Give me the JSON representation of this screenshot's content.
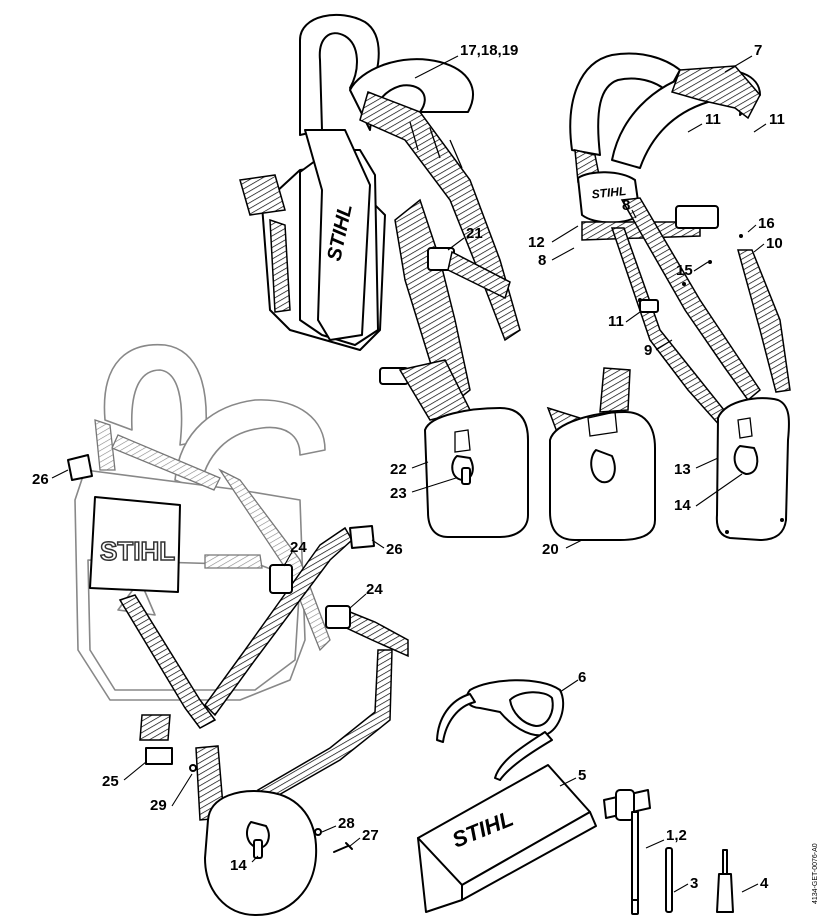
{
  "figure": {
    "doc_id": "4134-GET-0076-A0",
    "brand_marks": [
      "STIHL",
      "STIHL",
      "STIHL",
      "STIHL"
    ]
  },
  "callouts": [
    {
      "id": "c-17-18-19",
      "label": "17,18,19"
    },
    {
      "id": "c-7",
      "label": "7"
    },
    {
      "id": "c-11a",
      "label": "11"
    },
    {
      "id": "c-11b",
      "label": "11"
    },
    {
      "id": "c-8a",
      "label": "8"
    },
    {
      "id": "c-16",
      "label": "16"
    },
    {
      "id": "c-21",
      "label": "21"
    },
    {
      "id": "c-12",
      "label": "12"
    },
    {
      "id": "c-10",
      "label": "10"
    },
    {
      "id": "c-8b",
      "label": "8"
    },
    {
      "id": "c-15",
      "label": "15"
    },
    {
      "id": "c-11c",
      "label": "11"
    },
    {
      "id": "c-9",
      "label": "9"
    },
    {
      "id": "c-26a",
      "label": "26"
    },
    {
      "id": "c-22",
      "label": "22"
    },
    {
      "id": "c-13",
      "label": "13"
    },
    {
      "id": "c-23",
      "label": "23"
    },
    {
      "id": "c-14a",
      "label": "14"
    },
    {
      "id": "c-26b",
      "label": "26"
    },
    {
      "id": "c-20",
      "label": "20"
    },
    {
      "id": "c-24a",
      "label": "24"
    },
    {
      "id": "c-24b",
      "label": "24"
    },
    {
      "id": "c-6",
      "label": "6"
    },
    {
      "id": "c-5",
      "label": "5"
    },
    {
      "id": "c-25",
      "label": "25"
    },
    {
      "id": "c-29",
      "label": "29"
    },
    {
      "id": "c-1-2",
      "label": "1,2"
    },
    {
      "id": "c-28",
      "label": "28"
    },
    {
      "id": "c-27",
      "label": "27"
    },
    {
      "id": "c-14b",
      "label": "14"
    },
    {
      "id": "c-3",
      "label": "3"
    },
    {
      "id": "c-4",
      "label": "4"
    }
  ]
}
